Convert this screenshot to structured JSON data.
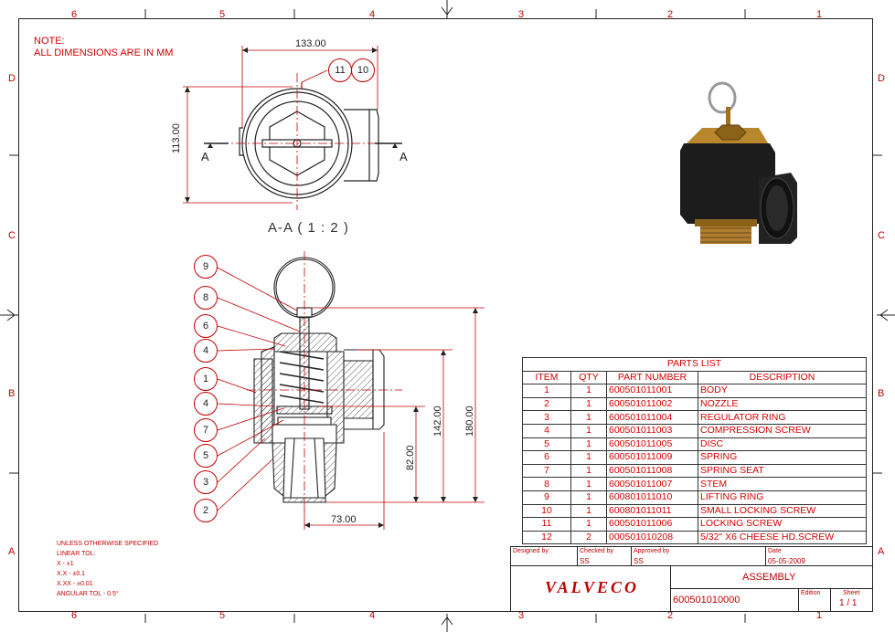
{
  "zones_top": [
    "6",
    "5",
    "4",
    "3",
    "2",
    "1"
  ],
  "zones_side": [
    "D",
    "C",
    "B",
    "A"
  ],
  "note": {
    "line1": "NOTE:",
    "line2": "ALL DIMENSIONS ARE IN MM"
  },
  "section_label": "A-A ( 1 : 2 )",
  "section_marks": [
    "A",
    "A"
  ],
  "top_view_dims": {
    "width": "133.00",
    "height": "113.00"
  },
  "front_view_dims": {
    "h180": "180.00",
    "h142": "142.00",
    "h82": "82.00",
    "w73": "73.00"
  },
  "top_balloons": [
    "11",
    "10"
  ],
  "left_balloons": [
    "9",
    "8",
    "6",
    "4",
    "1",
    "4",
    "7",
    "5",
    "3",
    "2"
  ],
  "parts_list": {
    "title": "PARTS LIST",
    "headers": [
      "ITEM",
      "QTY",
      "PART NUMBER",
      "DESCRIPTION"
    ],
    "rows": [
      [
        "1",
        "1",
        "600501011001",
        "BODY"
      ],
      [
        "2",
        "1",
        "600501011002",
        "NOZZLE"
      ],
      [
        "3",
        "1",
        "600501011004",
        "REGULATOR RING"
      ],
      [
        "4",
        "1",
        "600501011003",
        "COMPRESSION SCREW"
      ],
      [
        "5",
        "1",
        "600501011005",
        "DISC"
      ],
      [
        "6",
        "1",
        "600501011009",
        "SPRING"
      ],
      [
        "7",
        "1",
        "600501011008",
        "SPRING SEAT"
      ],
      [
        "8",
        "1",
        "600501011007",
        "STEM"
      ],
      [
        "9",
        "1",
        "600801011010",
        "LIFTING RING"
      ],
      [
        "10",
        "1",
        "600801011011",
        "SMALL LOCKING SCREW"
      ],
      [
        "11",
        "1",
        "600501011006",
        "LOCKING SCREW"
      ],
      [
        "12",
        "2",
        "000501010208",
        "5/32\" X6 CHEESE HD.SCREW"
      ]
    ]
  },
  "tolerances": {
    "l1": "UNLESS OTHERWISE SPECIFIED",
    "l2": "LINEAR TOL:",
    "l3": "X - ±1",
    "l4": "X.X - ±0.1",
    "l5": "X.XX - ±0.01",
    "l6": "ANGULAR TOL - 0.5°"
  },
  "title_block": {
    "designed_by_label": "Designed by",
    "checked_by_label": "Checked by",
    "checked_by": "SS",
    "approved_by_label": "Approved by",
    "approved_by": "SS",
    "date_label": "Date",
    "date": "05-05-2009",
    "logo": "VALVECO",
    "title": "ASSEMBLY",
    "drawing_number": "600501010000",
    "edition_label": "Edition",
    "sheet_label": "Sheet",
    "sheet": "1 / 1"
  },
  "colors": {
    "annotation": "#d40000",
    "line": "#222222",
    "brass": "#b8862b",
    "body": "#1a1a1a"
  }
}
